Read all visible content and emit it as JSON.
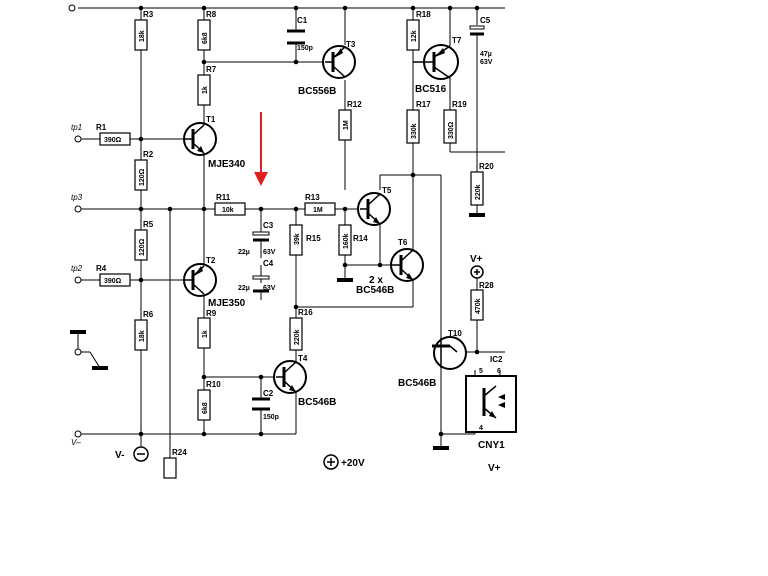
{
  "accent_color": "#e02020",
  "probes": {
    "tp1": "tp1",
    "tp2": "tp2",
    "tp3": "tp3",
    "vminus": "V–"
  },
  "rails": {
    "vminus": "V-",
    "vplus": "V+",
    "plus20": "+20V",
    "vplus_cut": "V+"
  },
  "resistors": [
    {
      "ref": "R1",
      "value": "390Ω"
    },
    {
      "ref": "R2",
      "value": "120Ω"
    },
    {
      "ref": "R3",
      "value": "18k"
    },
    {
      "ref": "R4",
      "value": "390Ω"
    },
    {
      "ref": "R5",
      "value": "120Ω"
    },
    {
      "ref": "R6",
      "value": "18k"
    },
    {
      "ref": "R7",
      "value": "1k"
    },
    {
      "ref": "R8",
      "value": "6k8"
    },
    {
      "ref": "R9",
      "value": "1k"
    },
    {
      "ref": "R10",
      "value": "6k8"
    },
    {
      "ref": "R11",
      "value": "10k"
    },
    {
      "ref": "R12",
      "value": "1M"
    },
    {
      "ref": "R13",
      "value": "1M"
    },
    {
      "ref": "R14",
      "value": "160k"
    },
    {
      "ref": "R15",
      "value": "39k"
    },
    {
      "ref": "R16",
      "value": "220k"
    },
    {
      "ref": "R17",
      "value": "330k"
    },
    {
      "ref": "R18",
      "value": "12k"
    },
    {
      "ref": "R19",
      "value": "330Ω"
    },
    {
      "ref": "R20",
      "value": "220k"
    },
    {
      "ref": "R24",
      "value": ""
    },
    {
      "ref": "R28",
      "value": "470k"
    }
  ],
  "capacitors": [
    {
      "ref": "C1",
      "value": "150p"
    },
    {
      "ref": "C2",
      "value": "150p"
    },
    {
      "ref": "C3",
      "value": "22µ",
      "voltage": "63V"
    },
    {
      "ref": "C4",
      "value": "22µ",
      "voltage": "63V"
    },
    {
      "ref": "C5",
      "value": "47µ",
      "voltage": "63V"
    }
  ],
  "transistors": [
    {
      "ref": "T1",
      "part": "MJE340"
    },
    {
      "ref": "T2",
      "part": "MJE350"
    },
    {
      "ref": "T3",
      "part": "BC556B"
    },
    {
      "ref": "T4",
      "part": "BC546B"
    },
    {
      "ref": "T5",
      "part": ""
    },
    {
      "ref": "T6",
      "part": "BC546B",
      "qty": "2 x"
    },
    {
      "ref": "T7",
      "part": "BC516"
    },
    {
      "ref": "T10",
      "part": "BC546B"
    }
  ],
  "ics": [
    {
      "ref": "IC2",
      "part": "CNY1",
      "pins": [
        "5",
        "6",
        "4"
      ]
    }
  ]
}
